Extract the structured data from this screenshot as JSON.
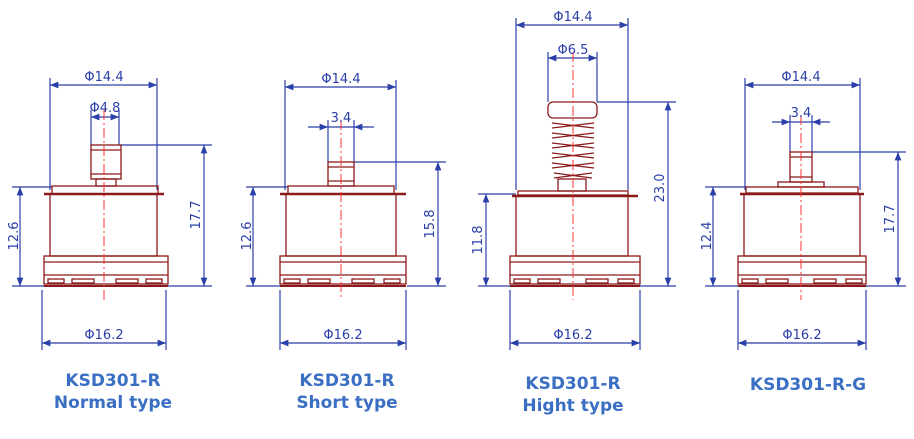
{
  "colors": {
    "outline": "#8b1a1a",
    "dimension": "#2b3fa8",
    "caption": "#3a6fc4",
    "centerline": "#ff3030"
  },
  "models": [
    {
      "name": "KSD301-R",
      "subtitle": "Normal type",
      "top_dia": "Φ14.4",
      "stem_dia": "Φ4.8",
      "body_h": "12.6",
      "total_h": "17.7",
      "bottom_dia": "Φ16.2"
    },
    {
      "name": "KSD301-R",
      "subtitle": "Short type",
      "top_dia": "Φ14.4",
      "stem_dia": "3.4",
      "body_h": "12.6",
      "total_h": "15.8",
      "bottom_dia": "Φ16.2"
    },
    {
      "name": "KSD301-R",
      "subtitle": "Hight type",
      "top_dia": "Φ14.4",
      "stem_dia": "Φ6.5",
      "body_h": "11.8",
      "total_h": "23.0",
      "bottom_dia": "Φ16.2"
    },
    {
      "name": "KSD301-R-G",
      "subtitle": "",
      "top_dia": "Φ14.4",
      "stem_dia": "3.4",
      "body_h": "12.4",
      "total_h": "17.7",
      "bottom_dia": "Φ16.2"
    }
  ]
}
